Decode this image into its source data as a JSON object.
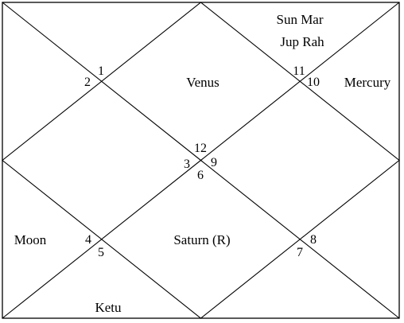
{
  "planets": {
    "house12": "Venus",
    "house11_line1": "Sun Mar",
    "house11_line2": "Jup Rah",
    "house10": "Mercury",
    "house3": "Moon",
    "house6": "Saturn (R)",
    "house4": "Ketu"
  },
  "house_numbers": {
    "h1": "1",
    "h2": "2",
    "h11": "11",
    "h10": "10",
    "h12": "12",
    "h3": "3",
    "h9": "9",
    "h6": "6",
    "h4": "4",
    "h5": "5",
    "h8": "8",
    "h7": "7"
  }
}
